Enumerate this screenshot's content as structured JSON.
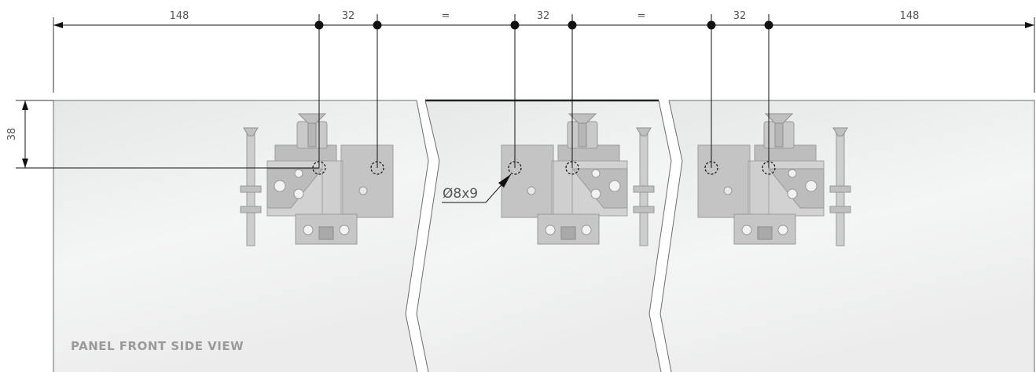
{
  "drawing": {
    "dimensions": {
      "left_offset": "148",
      "spacing_1": "32",
      "equal_1": "=",
      "spacing_2": "32",
      "equal_2": "=",
      "spacing_3": "32",
      "right_offset": "148",
      "vertical_offset": "38"
    },
    "hole_callout": "Ø8x9",
    "view_label": "PANEL FRONT SIDE VIEW"
  }
}
